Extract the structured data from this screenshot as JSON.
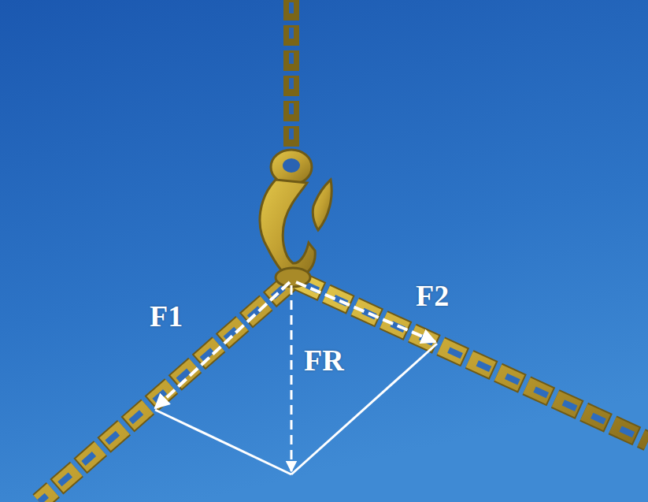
{
  "diagram": {
    "labels": [
      "F1",
      "F2",
      "FR"
    ]
  }
}
